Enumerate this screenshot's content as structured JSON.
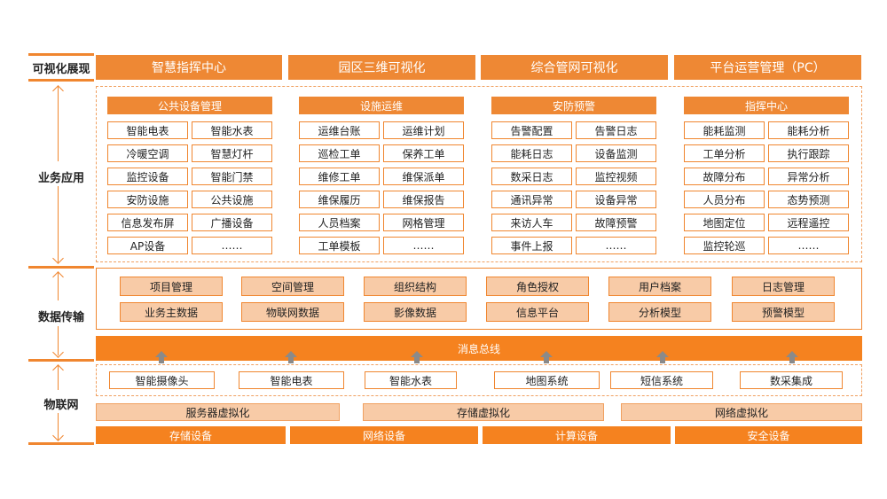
{
  "layers": {
    "visualization": "可视化展现",
    "business": "业务应用",
    "data_transfer": "数据传输",
    "iot": "物联网"
  },
  "top_bars": [
    "智慧指挥中心",
    "园区三维可视化",
    "综合管网可视化",
    "平台运营管理（PC）"
  ],
  "groups": [
    {
      "title": "公共设备管理",
      "items": [
        "智能电表",
        "智能水表",
        "冷暖空调",
        "智慧灯杆",
        "监控设备",
        "智能门禁",
        "安防设施",
        "公共设施",
        "信息发布屏",
        "广播设备",
        "AP设备",
        "……"
      ]
    },
    {
      "title": "设施运维",
      "items": [
        "运维台账",
        "运维计划",
        "巡检工单",
        "保养工单",
        "维修工单",
        "维保派单",
        "维保履历",
        "维保报告",
        "人员档案",
        "网格管理",
        "工单模板",
        "……"
      ]
    },
    {
      "title": "安防预警",
      "items": [
        "告警配置",
        "告警日志",
        "能耗日志",
        "设备监测",
        "数采日志",
        "监控视频",
        "通讯异常",
        "设备异常",
        "来访人车",
        "故障预警",
        "事件上报",
        "……"
      ]
    },
    {
      "title": "指挥中心",
      "items": [
        "能耗监测",
        "能耗分析",
        "工单分析",
        "执行跟踪",
        "故障分布",
        "异常分析",
        "人员分布",
        "态势预测",
        "地图定位",
        "远程遥控",
        "监控轮巡",
        "……"
      ]
    }
  ],
  "data_modules": {
    "row1": [
      "项目管理",
      "空间管理",
      "组织结构",
      "角色授权",
      "用户档案",
      "日志管理"
    ],
    "row2": [
      "业务主数据",
      "物联网数据",
      "影像数据",
      "信息平台",
      "分析模型",
      "预警模型"
    ]
  },
  "message_bus": "消息总线",
  "iot_devices": [
    "智能摄像头",
    "智能电表",
    "智能水表",
    "地图系统",
    "短信系统",
    "数采集成"
  ],
  "virtualization": [
    "服务器虚拟化",
    "存储虚拟化",
    "网络虚拟化"
  ],
  "hardware": [
    "存储设备",
    "网络设备",
    "计算设备",
    "安全设备"
  ]
}
